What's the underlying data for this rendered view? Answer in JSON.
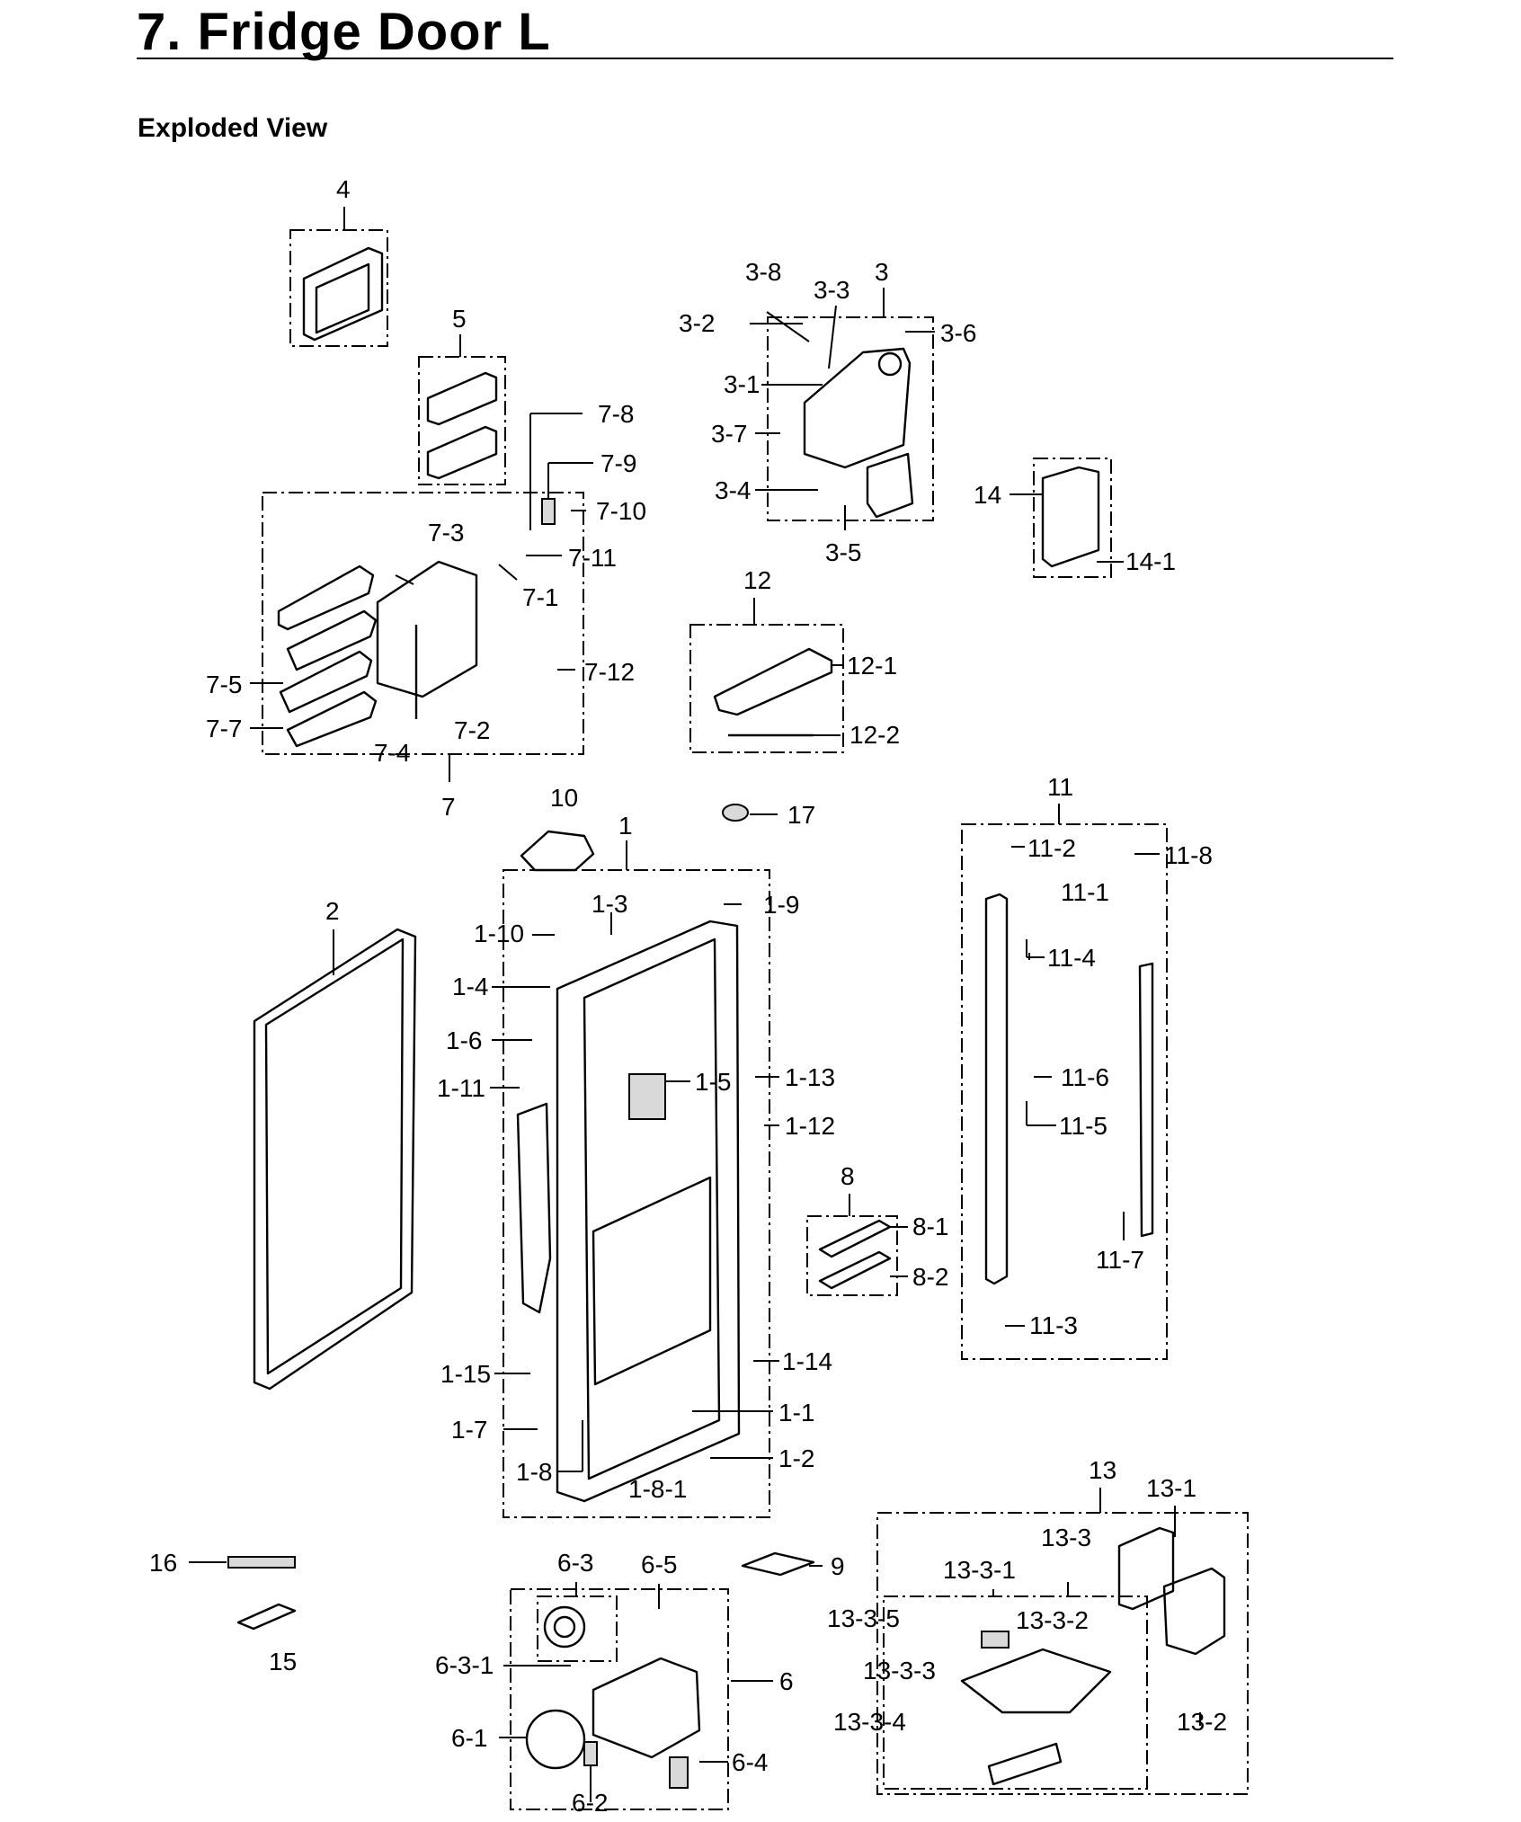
{
  "page": {
    "title": "7.  Fridge Door L",
    "subtitle": "Exploded View"
  },
  "callouts": {
    "c4": "4",
    "c5": "5",
    "c3": "3",
    "c3_1": "3-1",
    "c3_2": "3-2",
    "c3_3": "3-3",
    "c3_4": "3-4",
    "c3_5": "3-5",
    "c3_6": "3-6",
    "c3_7": "3-7",
    "c3_8": "3-8",
    "c7": "7",
    "c7_1": "7-1",
    "c7_2": "7-2",
    "c7_3": "7-3",
    "c7_4": "7-4",
    "c7_5": "7-5",
    "c7_7": "7-7",
    "c7_8": "7-8",
    "c7_9": "7-9",
    "c7_10": "7-10",
    "c7_11": "7-11",
    "c7_12": "7-12",
    "c12": "12",
    "c12_1": "12-1",
    "c12_2": "12-2",
    "c14": "14",
    "c14_1": "14-1",
    "c10": "10",
    "c17": "17",
    "c1": "1",
    "c1_1": "1-1",
    "c1_2": "1-2",
    "c1_3": "1-3",
    "c1_4": "1-4",
    "c1_5": "1-5",
    "c1_6": "1-6",
    "c1_7": "1-7",
    "c1_8": "1-8",
    "c1_8_1": "1-8-1",
    "c1_9": "1-9",
    "c1_10": "1-10",
    "c1_11": "1-11",
    "c1_12": "1-12",
    "c1_13": "1-13",
    "c1_14": "1-14",
    "c1_15": "1-15",
    "c2": "2",
    "c11": "11",
    "c11_1": "11-1",
    "c11_2": "11-2",
    "c11_3": "11-3",
    "c11_4": "11-4",
    "c11_5": "11-5",
    "c11_6": "11-6",
    "c11_7": "11-7",
    "c11_8": "11-8",
    "c8": "8",
    "c8_1": "8-1",
    "c8_2": "8-2",
    "c9": "9",
    "c15": "15",
    "c16": "16",
    "c6": "6",
    "c6_1": "6-1",
    "c6_2": "6-2",
    "c6_3": "6-3",
    "c6_3_1": "6-3-1",
    "c6_4": "6-4",
    "c6_5": "6-5",
    "c13": "13",
    "c13_1": "13-1",
    "c13_2": "13-2",
    "c13_3": "13-3",
    "c13_3_1": "13-3-1",
    "c13_3_2": "13-3-2",
    "c13_3_3": "13-3-3",
    "c13_3_4": "13-3-4",
    "c13_3_5": "13-3-5"
  }
}
